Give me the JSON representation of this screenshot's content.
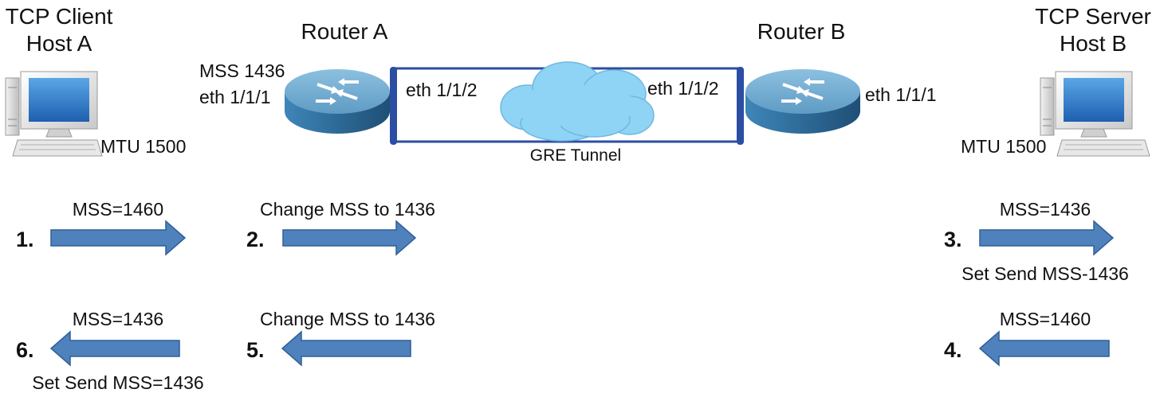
{
  "host_a": {
    "title_line1": "TCP Client",
    "title_line2": "Host A",
    "mtu": "MTU 1500"
  },
  "host_b": {
    "title_line1": "TCP Server",
    "title_line2": "Host B",
    "mtu": "MTU 1500"
  },
  "router_a": {
    "title": "Router A",
    "mss_label": "MSS 1436",
    "outer_port": "eth 1/1/1",
    "tunnel_port": "eth 1/1/2"
  },
  "router_b": {
    "title": "Router B",
    "tunnel_port": "eth 1/1/2",
    "outer_port": "eth 1/1/1"
  },
  "tunnel": {
    "label": "GRE Tunnel"
  },
  "steps": [
    {
      "number": "1.",
      "direction": "right",
      "label_above": "MSS=1460",
      "label_below": ""
    },
    {
      "number": "2.",
      "direction": "right",
      "label_above": "Change MSS to 1436",
      "label_below": ""
    },
    {
      "number": "3.",
      "direction": "right",
      "label_above": "MSS=1436",
      "label_below": "Set Send MSS-1436"
    },
    {
      "number": "4.",
      "direction": "left",
      "label_above": "MSS=1460",
      "label_below": ""
    },
    {
      "number": "5.",
      "direction": "left",
      "label_above": "Change MSS to 1436",
      "label_below": ""
    },
    {
      "number": "6.",
      "direction": "left",
      "label_above": "MSS=1436",
      "label_below": "Set Send MSS=1436"
    }
  ],
  "colors": {
    "arrow_fill": "#4f81bd",
    "arrow_stroke": "#2f5f96",
    "router_top": "#6ea6cd",
    "router_side": "#2d6a97",
    "cloud": "#8fd3f5",
    "tunnel_line": "#2b4ea3"
  }
}
